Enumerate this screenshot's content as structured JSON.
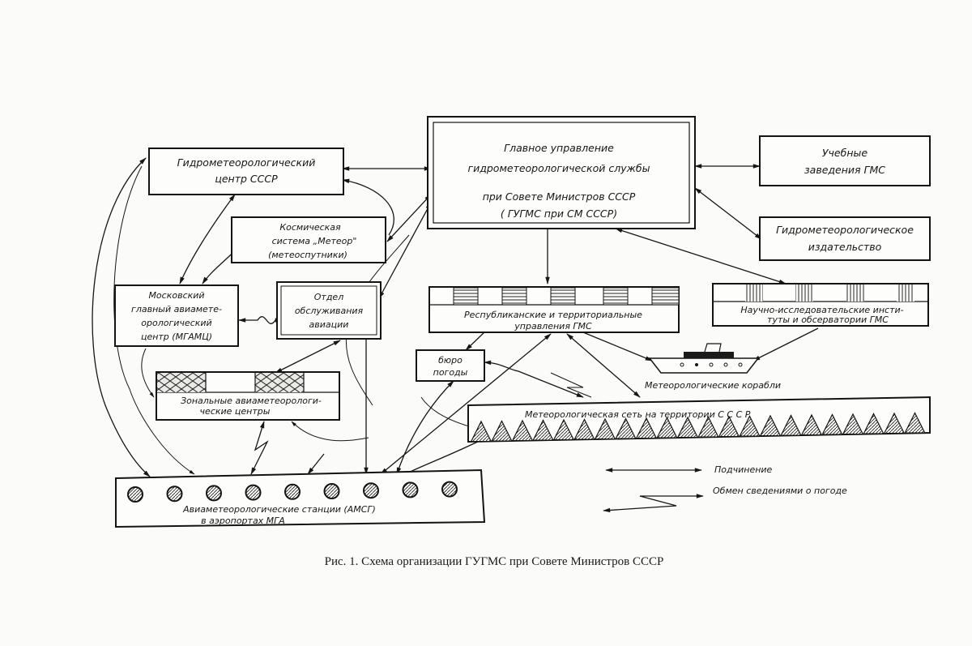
{
  "diagram": {
    "nodes": {
      "main_directorate": {
        "lines": [
          "Главное      управление",
          "гидрометеорологической службы",
          "при Совете   Министров СССР",
          "( ГУГМС   при СМ СССР)"
        ]
      },
      "hydromet_center": {
        "lines": [
          "Гидрометеорологический",
          "центр СССР"
        ]
      },
      "educational": {
        "lines": [
          "Учебные",
          "заведения ГМС"
        ]
      },
      "publishing": {
        "lines": [
          "Гидрометеорологическое",
          "издательство"
        ]
      },
      "space_system": {
        "lines": [
          "Космическая",
          "система „Метеор\"",
          "(метеоспутники)"
        ]
      },
      "moscow_center": {
        "lines": [
          "Московский",
          "главный авиамете-",
          "орологический",
          "центр (МГАМЦ)"
        ]
      },
      "aviation_dept": {
        "lines": [
          "Отдел",
          "обслуживания",
          "авиации"
        ]
      },
      "republican": {
        "lines": [
          "Республиканские  и  территориальные",
          "управления ГМС"
        ]
      },
      "research": {
        "lines": [
          "Научно-исследовательские инсти-",
          "туты и обсерватории ГМС"
        ]
      },
      "weather_bureau": {
        "lines": [
          "бюро",
          "погоды"
        ]
      },
      "ships": {
        "lines": [
          "Метеорологические корабли"
        ]
      },
      "zonal_centers": {
        "lines": [
          "Зональные авиаметеорологи-",
          "ческие центры"
        ]
      },
      "met_network": {
        "lines": [
          "Метеорологическая     сеть    на    территории    С С С Р"
        ]
      },
      "amsg": {
        "lines": [
          "Авиаметеорологические     станции     (АМСГ)",
          "в аэропортах   МГА"
        ]
      }
    },
    "legend": {
      "subordination": "Подчинение",
      "exchange": "Обмен сведениями о погоде"
    },
    "caption": "Рис. 1. Схема организации ГУГМС при Совете Министров СССР"
  }
}
